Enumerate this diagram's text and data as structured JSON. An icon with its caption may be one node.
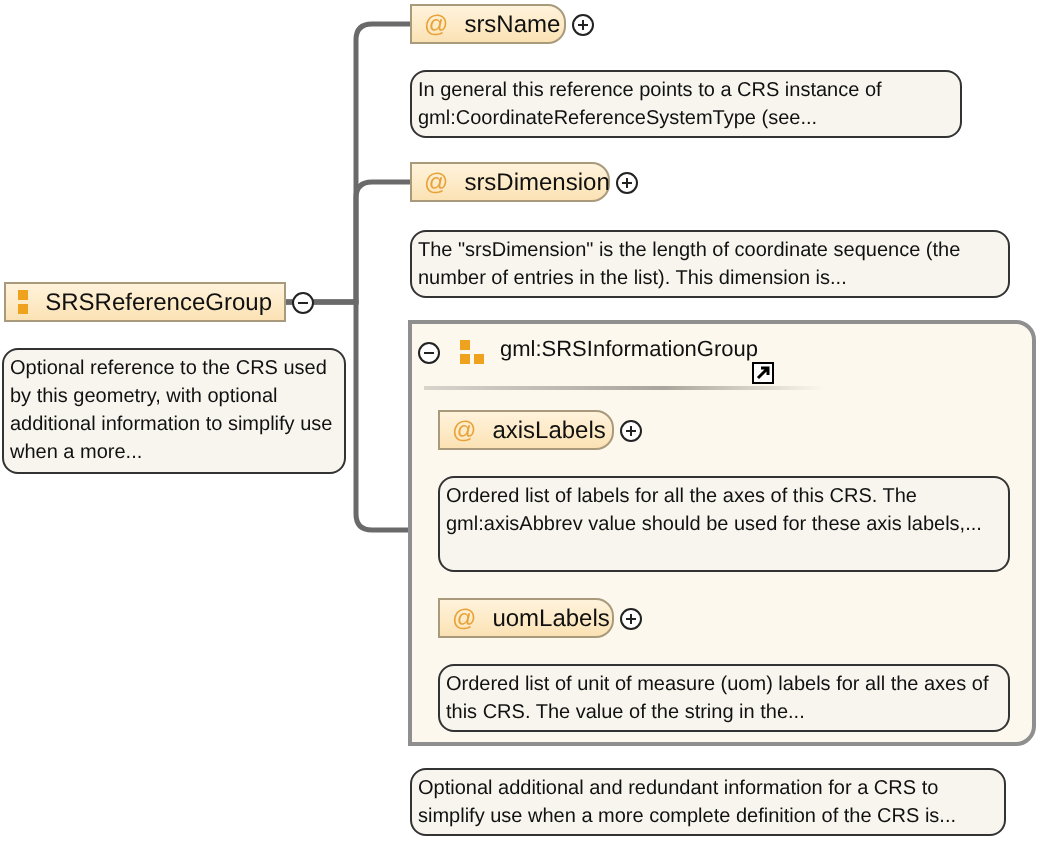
{
  "diagram": {
    "nodes": [
      {
        "text": [
          "SRSReferenceGroup"
        ],
        "beside": [
          "Optional reference to the CRS used by this geometry, with optional additional information to simplify use when a more..."
        ]
      },
      {
        "text": [
          "@",
          "srsName"
        ],
        "beside": [
          "In general this reference points to a CRS instance of gml:CoordinateReferenceSystemType (see..."
        ]
      },
      {
        "text": [
          "@",
          "srsDimension"
        ],
        "beside": [
          "The \"srsDimension\" is the length of coordinate sequence (the number of entries in the list). This dimension is..."
        ]
      },
      {
        "text": [
          "gml:SRSInformationGroup"
        ],
        "beside": [
          "Optional additional and redundant information for a CRS to simplify use when a more complete definition of the CRS is..."
        ]
      },
      {
        "text": [
          "@",
          "axisLabels"
        ],
        "in": 3,
        "beside": [
          "Ordered list of labels for all the axes of this CRS. The gml:axisAbbrev value should be used for these axis labels,..."
        ]
      },
      {
        "text": [
          "@",
          "uomLabels"
        ],
        "in": 3,
        "beside": [
          "Ordered list of unit of measure (uom) labels for all the axes of this CRS. The value of the string in the..."
        ]
      }
    ],
    "edges": [
      {
        "from": 0,
        "to": 1,
        "arrow": "none"
      },
      {
        "from": 0,
        "to": 2,
        "arrow": "none"
      },
      {
        "from": 0,
        "to": 3,
        "arrow": "none"
      }
    ]
  }
}
